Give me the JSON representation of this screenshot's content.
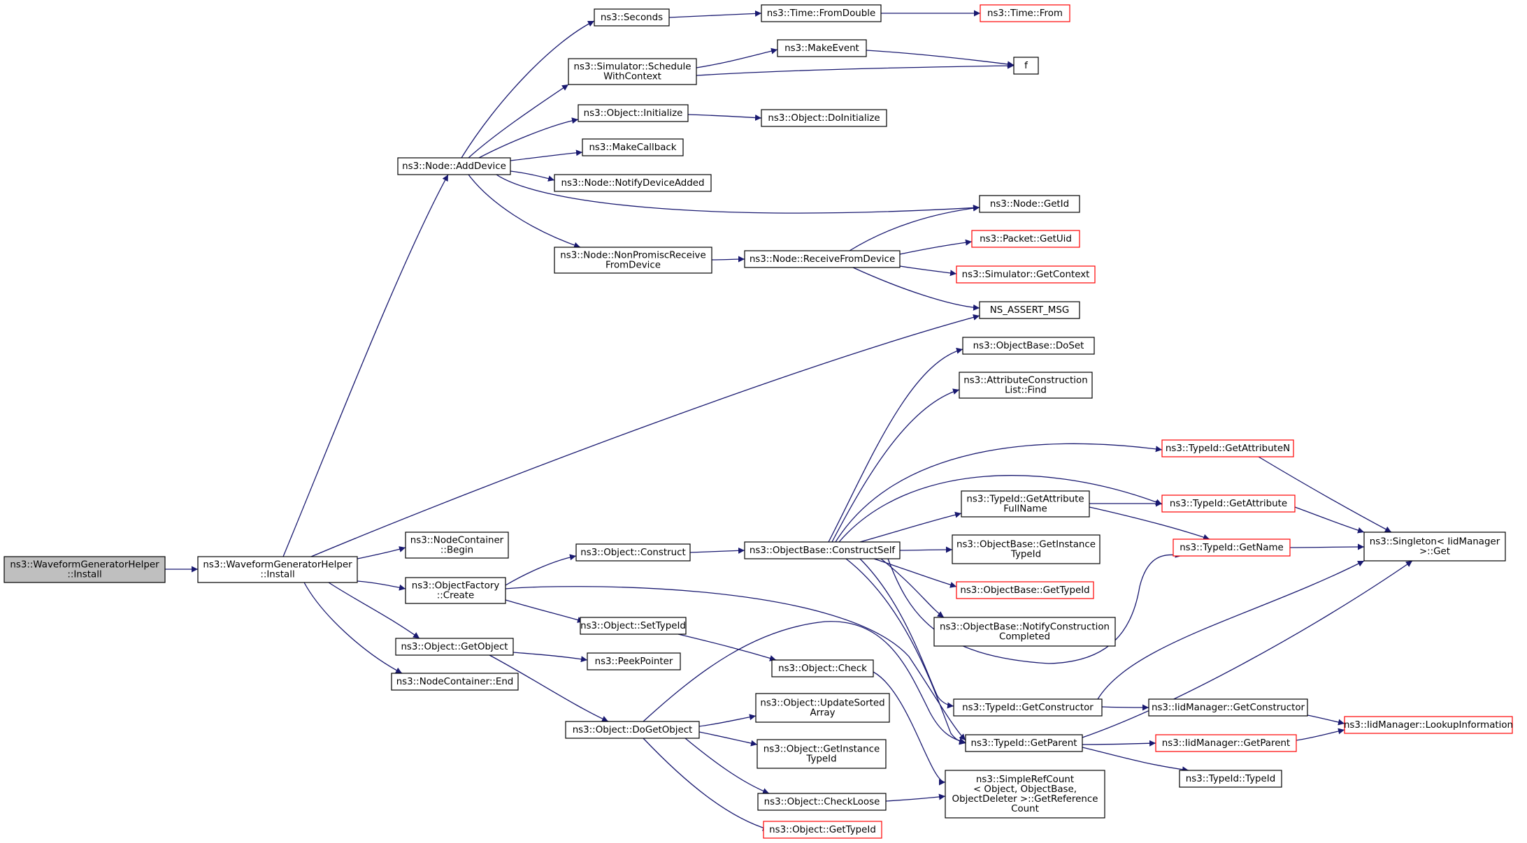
{
  "colors": {
    "edge": "#191970",
    "border": "#000000",
    "partial_border": "#ff0000",
    "root_fill": "#bfbfbf",
    "fill": "#ffffff"
  },
  "nodes": [
    {
      "id": "root",
      "lines": [
        "ns3::WaveformGeneratorHelper",
        "::Install"
      ],
      "root": true
    },
    {
      "id": "install",
      "lines": [
        "ns3::WaveformGeneratorHelper",
        "::Install"
      ]
    },
    {
      "id": "adddevice",
      "lines": [
        "ns3::Node::AddDevice"
      ]
    },
    {
      "id": "ncbegin",
      "lines": [
        "ns3::NodeContainer",
        "::Begin"
      ]
    },
    {
      "id": "ofcreate",
      "lines": [
        "ns3::ObjectFactory",
        "::Create"
      ]
    },
    {
      "id": "getobject",
      "lines": [
        "ns3::Object::GetObject"
      ]
    },
    {
      "id": "ncend",
      "lines": [
        "ns3::NodeContainer::End"
      ]
    },
    {
      "id": "seconds",
      "lines": [
        "ns3::Seconds"
      ]
    },
    {
      "id": "schedule",
      "lines": [
        "ns3::Simulator::Schedule",
        "WithContext"
      ]
    },
    {
      "id": "initialize",
      "lines": [
        "ns3::Object::Initialize"
      ]
    },
    {
      "id": "makecallback",
      "lines": [
        "ns3::MakeCallback"
      ]
    },
    {
      "id": "notifydevice",
      "lines": [
        "ns3::Node::NotifyDeviceAdded"
      ]
    },
    {
      "id": "nonpromisc",
      "lines": [
        "ns3::Node::NonPromiscReceive",
        "FromDevice"
      ]
    },
    {
      "id": "fromdouble",
      "lines": [
        "ns3::Time::FromDouble"
      ]
    },
    {
      "id": "timefrom",
      "lines": [
        "ns3::Time::From"
      ],
      "partial": true
    },
    {
      "id": "makeevent",
      "lines": [
        "ns3::MakeEvent"
      ]
    },
    {
      "id": "f",
      "lines": [
        "f"
      ]
    },
    {
      "id": "doinitialize",
      "lines": [
        "ns3::Object::DoInitialize"
      ]
    },
    {
      "id": "getid",
      "lines": [
        "ns3::Node::GetId"
      ]
    },
    {
      "id": "receivefrom",
      "lines": [
        "ns3::Node::ReceiveFromDevice"
      ]
    },
    {
      "id": "getuid",
      "lines": [
        "ns3::Packet::GetUid"
      ],
      "partial": true
    },
    {
      "id": "getcontext",
      "lines": [
        "ns3::Simulator::GetContext"
      ],
      "partial": true
    },
    {
      "id": "assert",
      "lines": [
        "NS_ASSERT_MSG"
      ]
    },
    {
      "id": "construct",
      "lines": [
        "ns3::Object::Construct"
      ]
    },
    {
      "id": "settypeid",
      "lines": [
        "ns3::Object::SetTypeId"
      ]
    },
    {
      "id": "constructself",
      "lines": [
        "ns3::ObjectBase::ConstructSelf"
      ]
    },
    {
      "id": "doset",
      "lines": [
        "ns3::ObjectBase::DoSet"
      ]
    },
    {
      "id": "aclfind",
      "lines": [
        "ns3::AttributeConstruction",
        "List::Find"
      ]
    },
    {
      "id": "getattrn",
      "lines": [
        "ns3::TypeId::GetAttributeN"
      ],
      "partial": true
    },
    {
      "id": "getattrfull",
      "lines": [
        "ns3::TypeId::GetAttribute",
        "FullName"
      ]
    },
    {
      "id": "getattr",
      "lines": [
        "ns3::TypeId::GetAttribute"
      ],
      "partial": true
    },
    {
      "id": "getname",
      "lines": [
        "ns3::TypeId::GetName"
      ],
      "partial": true
    },
    {
      "id": "singleton",
      "lines": [
        "ns3::Singleton< IidManager",
        " >::Get"
      ]
    },
    {
      "id": "obgetinst",
      "lines": [
        "ns3::ObjectBase::GetInstance",
        "TypeId"
      ]
    },
    {
      "id": "obgettypeid",
      "lines": [
        "ns3::ObjectBase::GetTypeId"
      ],
      "partial": true
    },
    {
      "id": "notifycons",
      "lines": [
        "ns3::ObjectBase::NotifyConstruction",
        "Completed"
      ]
    },
    {
      "id": "peekpointer",
      "lines": [
        "ns3::PeekPointer"
      ]
    },
    {
      "id": "check",
      "lines": [
        "ns3::Object::Check"
      ]
    },
    {
      "id": "getconstructor",
      "lines": [
        "ns3::TypeId::GetConstructor"
      ]
    },
    {
      "id": "iidgetcons",
      "lines": [
        "ns3::IidManager::GetConstructor"
      ]
    },
    {
      "id": "lookup",
      "lines": [
        "ns3::IidManager::LookupInformation"
      ],
      "partial": true
    },
    {
      "id": "dogetobject",
      "lines": [
        "ns3::Object::DoGetObject"
      ]
    },
    {
      "id": "updatesorted",
      "lines": [
        "ns3::Object::UpdateSorted",
        "Array"
      ]
    },
    {
      "id": "getparent",
      "lines": [
        "ns3::TypeId::GetParent"
      ]
    },
    {
      "id": "iidgetparent",
      "lines": [
        "ns3::IidManager::GetParent"
      ],
      "partial": true
    },
    {
      "id": "typeidtypeid",
      "lines": [
        "ns3::TypeId::TypeId"
      ]
    },
    {
      "id": "objgetinst",
      "lines": [
        "ns3::Object::GetInstance",
        "TypeId"
      ]
    },
    {
      "id": "checkloose",
      "lines": [
        "ns3::Object::CheckLoose"
      ]
    },
    {
      "id": "simplerefcount",
      "lines": [
        "ns3::SimpleRefCount",
        "< Object, ObjectBase,",
        " ObjectDeleter >::GetReference",
        "Count"
      ]
    },
    {
      "id": "objgettypeid",
      "lines": [
        "ns3::Object::GetTypeId"
      ],
      "partial": true
    }
  ]
}
